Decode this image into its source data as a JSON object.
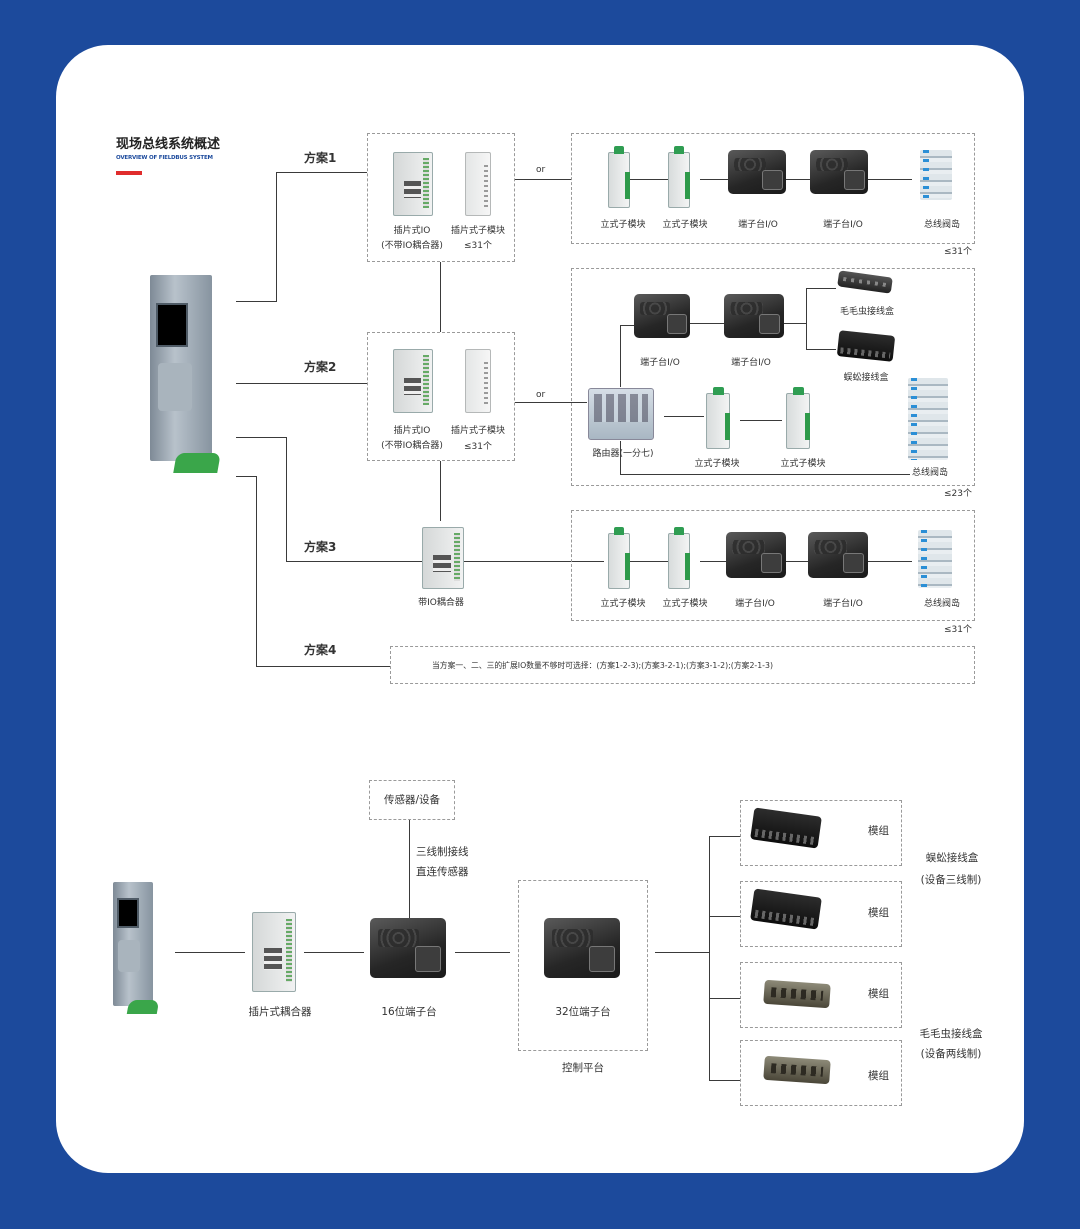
{
  "page": {
    "title": "现场总线系统概述",
    "subtitle": "OVERVIEW OF FIELDBUS SYSTEM",
    "colors": {
      "background": "#1c4a9c",
      "card": "#ffffff",
      "accent": "#e02c2c"
    }
  },
  "plans": {
    "p1": "方案1",
    "p2": "方案2",
    "p3": "方案3",
    "p4": "方案4",
    "or1": "or",
    "or2": "or"
  },
  "plan1": {
    "pluggable_io": "插片式IO",
    "pluggable_io_note": "(不带IO耦合器)",
    "pluggable_sub": "插片式子模块",
    "pluggable_sub_limit": "≤31个",
    "chain": [
      "立式子模块",
      "立式子模块",
      "端子台I/O",
      "端子台I/O",
      "总线阀岛"
    ],
    "limit": "≤31个"
  },
  "plan2": {
    "pluggable_io": "插片式IO",
    "pluggable_io_note": "(不带IO耦合器)",
    "pluggable_sub": "插片式子模块",
    "pluggable_sub_limit": "≤31个",
    "terminal_a": "端子台I/O",
    "terminal_b": "端子台I/O",
    "caterpillar": "毛毛虫接线盒",
    "spider": "蜈蚣接线盒",
    "router": "路由器(一分七)",
    "vert_a": "立式子模块",
    "vert_b": "立式子模块",
    "valve": "总线阀岛",
    "limit": "≤23个"
  },
  "plan3": {
    "coupler": "带IO耦合器",
    "chain": [
      "立式子模块",
      "立式子模块",
      "端子台I/O",
      "端子台I/O",
      "总线阀岛"
    ],
    "limit": "≤31个"
  },
  "plan4": {
    "note": "当方案一、二、三的扩展IO数量不够时可选择：(方案1-2-3);(方案3-2-1);(方案3-1-2);(方案2-1-3)"
  },
  "bottom": {
    "sensor": "传感器/设备",
    "wire_line1": "三线制接线",
    "wire_line2": "直连传感器",
    "coupler": "插片式耦合器",
    "terminal16": "16位端子台",
    "terminal32": "32位端子台",
    "control": "控制平台",
    "modules": [
      "模组",
      "模组",
      "模组",
      "模组"
    ],
    "spider_label1": "蜈蚣接线盒",
    "spider_label2": "(设备三线制)",
    "cat_label1": "毛毛虫接线盒",
    "cat_label2": "(设备两线制)"
  }
}
